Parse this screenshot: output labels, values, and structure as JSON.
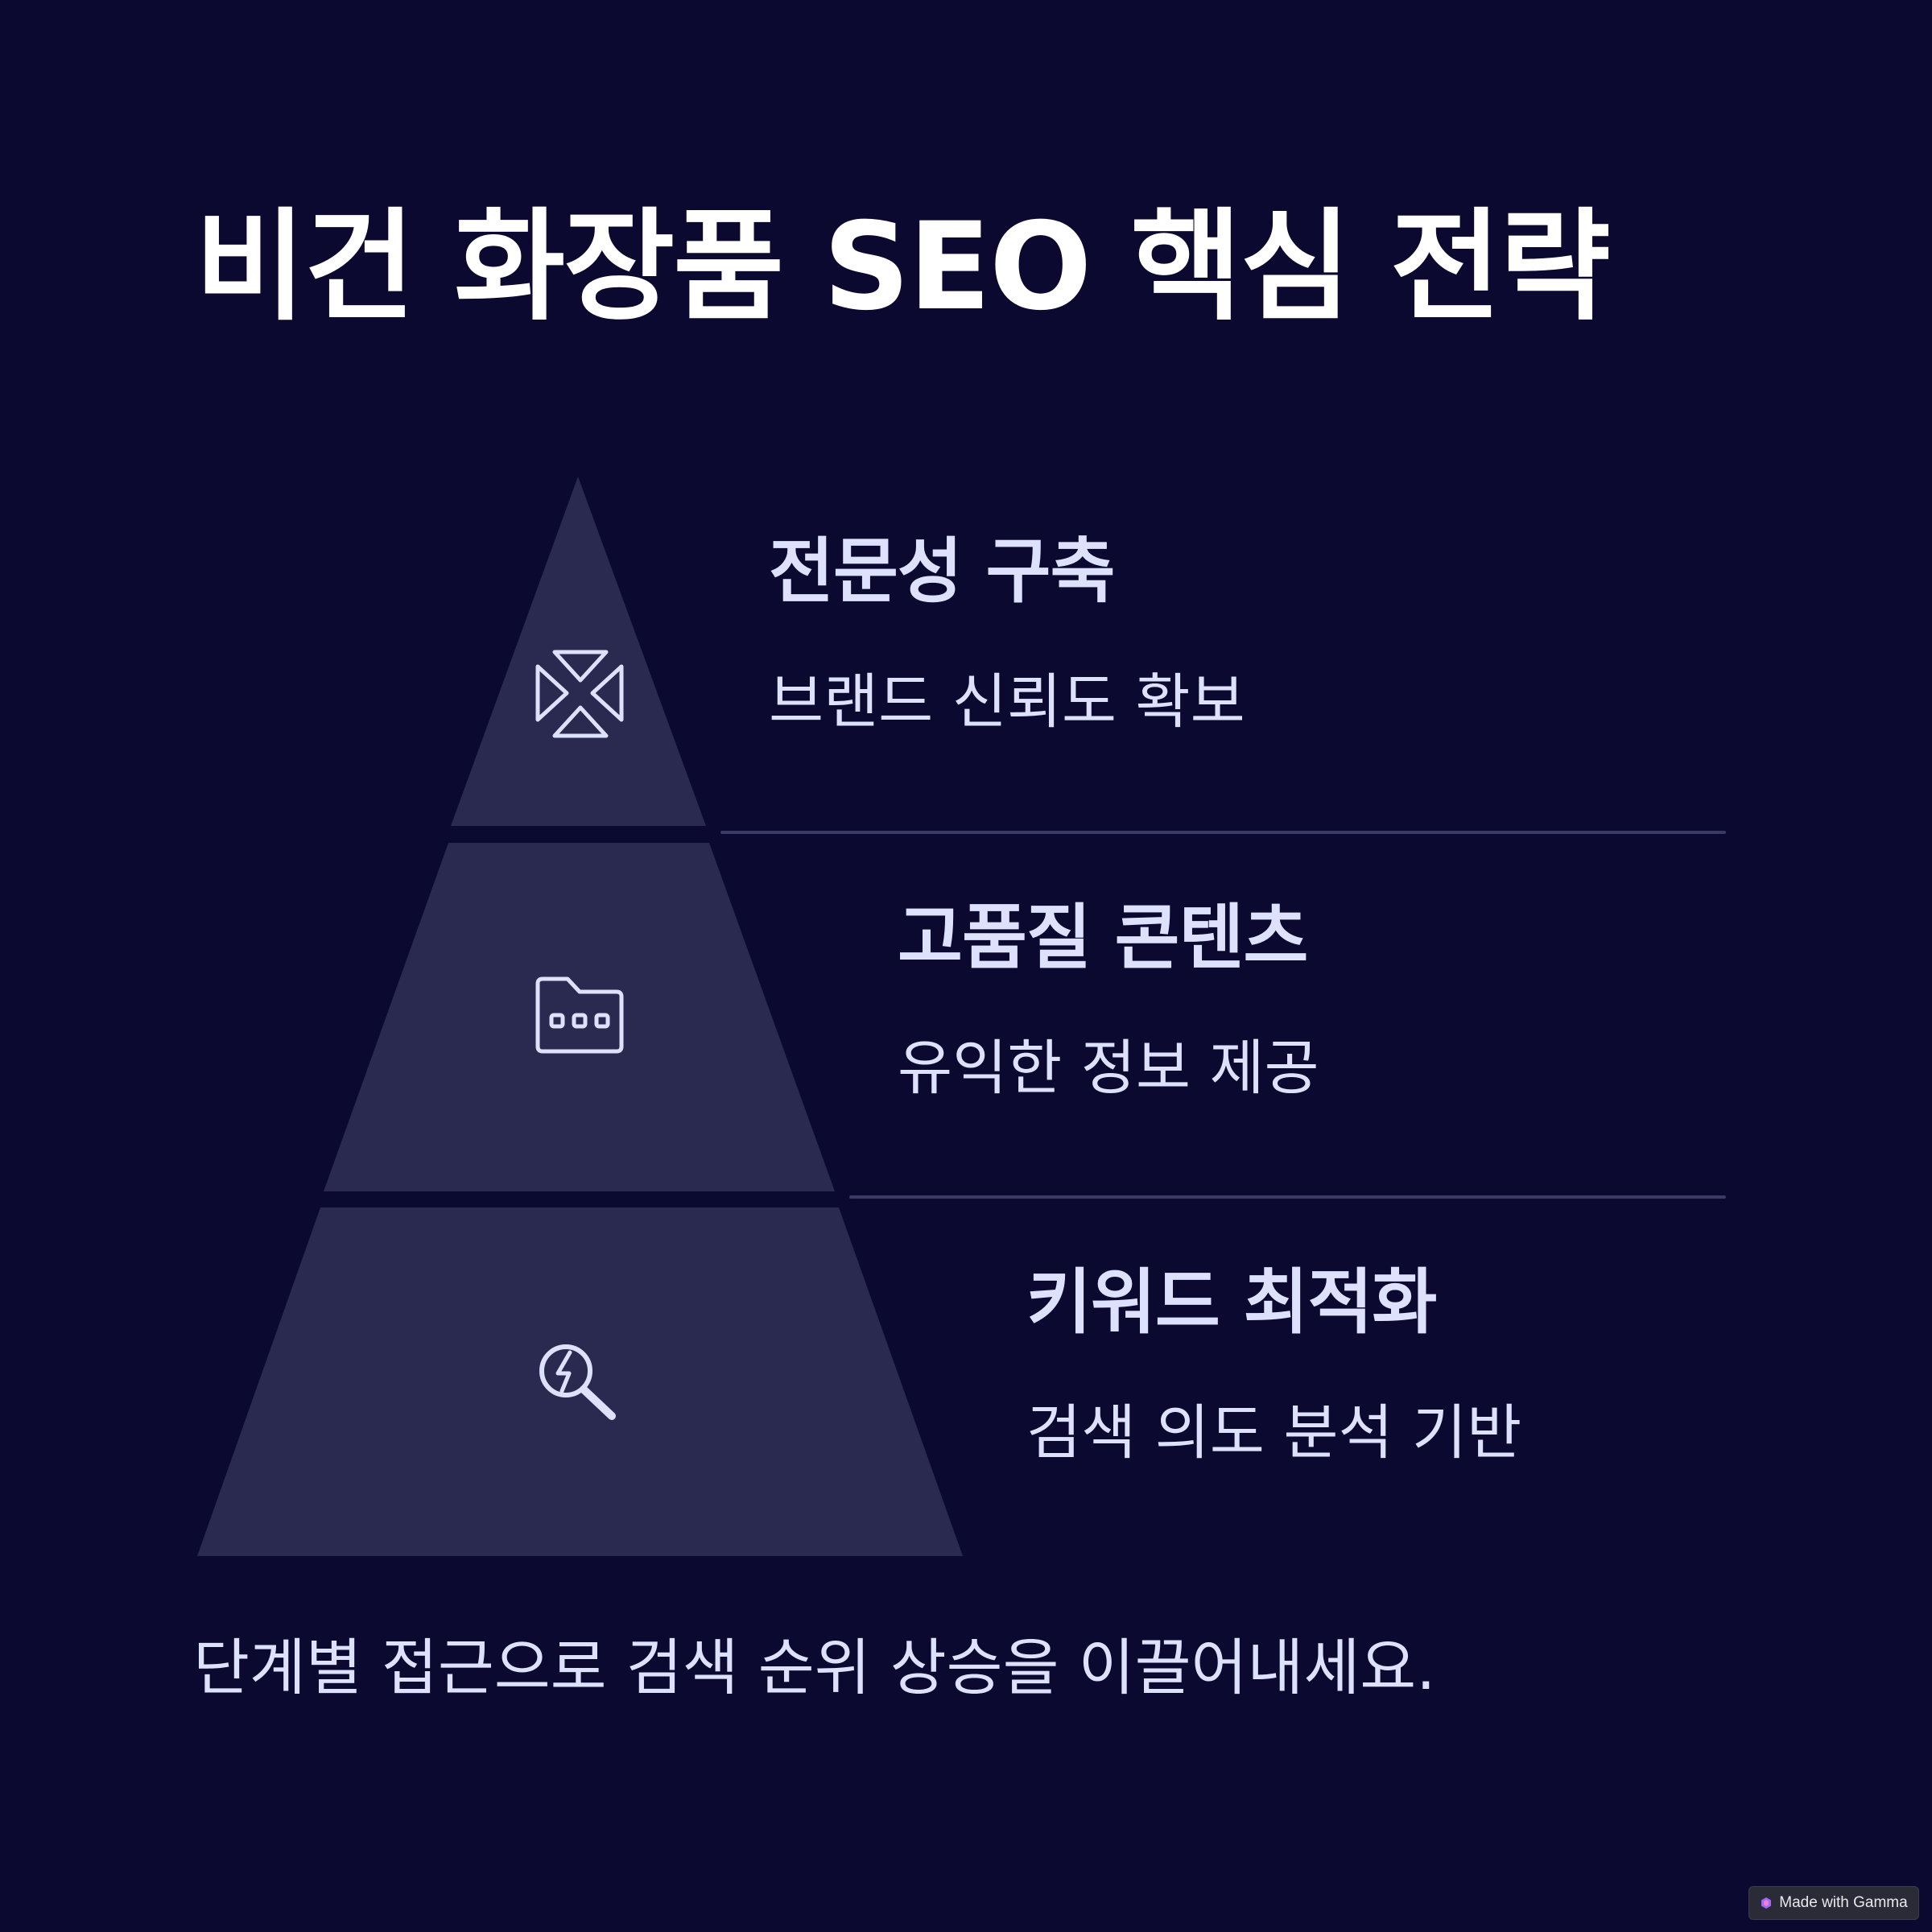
{
  "title": "비건 화장품 SEO 핵심 전략",
  "tiers": [
    {
      "title": "전문성 구축",
      "description": "브랜드 신뢰도 확보",
      "icon": "arrows-in-x-icon"
    },
    {
      "title": "고품질 콘텐츠",
      "description": "유익한 정보 제공",
      "icon": "folder-dots-icon"
    },
    {
      "title": "키워드 최적화",
      "description": "검색 의도 분석 기반",
      "icon": "search-bolt-icon"
    }
  ],
  "footer": "단계별 접근으로 검색 순위 상승을 이끌어내세요.",
  "badge": {
    "label": "Made with Gamma",
    "icon": "gamma-logo-icon"
  },
  "colors": {
    "background": "#0b0930",
    "tier_fill": "#2a2950",
    "text": "#dde1fb",
    "title": "#ffffff",
    "divider": "#3b3a66",
    "icon_stroke": "#dde1fb"
  }
}
